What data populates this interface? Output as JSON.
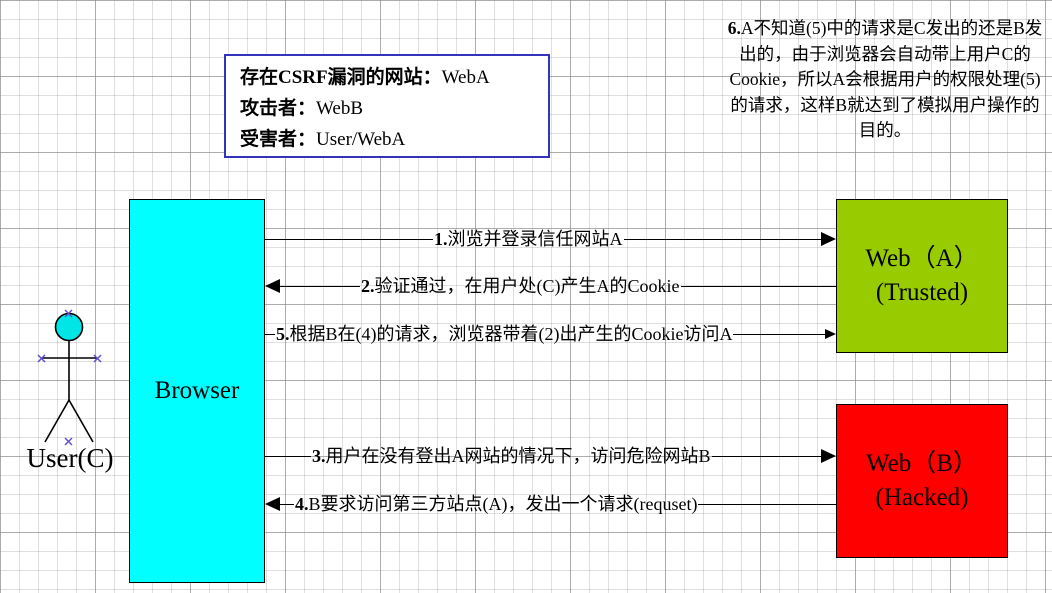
{
  "legend": {
    "lines": [
      {
        "bold_part": "存在CSRF漏洞的网站：",
        "light_part": "WebA"
      },
      {
        "bold_part": "攻击者：",
        "light_part": "WebB"
      },
      {
        "bold_part": "受害者：",
        "light_part": "User/WebA"
      }
    ]
  },
  "note": {
    "step": "6.",
    "text": "A不知道(5)中的请求是C发出的还是B发出的，由于浏览器会自动带上用户C的Cookie，所以A会根据用户的权限处理(5)的请求，这样B就达到了模拟用户操作的目的。"
  },
  "actors": {
    "user_label": "User(C)",
    "browser_label": "Browser",
    "web_a": {
      "title": "Web（A）",
      "subtitle": "(Trusted)",
      "color": "#99cc00"
    },
    "web_b": {
      "title": "Web（B）",
      "subtitle": "(Hacked)",
      "color": "#ff0000"
    },
    "browser_color": "#00ffff",
    "user_head_color": "#00e5e5"
  },
  "flows": [
    {
      "num": "1.",
      "text": "浏览并登录信任网站A",
      "direction": "right",
      "target": "web-a"
    },
    {
      "num": "2.",
      "text": "验证通过，在用户处(C)产生A的Cookie",
      "direction": "left",
      "target": "browser"
    },
    {
      "num": "5.",
      "text": "根据B在(4)的请求，浏览器带着(2)出产生的Cookie访问A",
      "direction": "right",
      "target": "web-a"
    },
    {
      "num": "3.",
      "text": "用户在没有登出A网站的情况下，访问危险网站B",
      "direction": "right",
      "target": "web-b"
    },
    {
      "num": "4.",
      "text": "B要求访问第三方站点(A)，发出一个请求(requset)",
      "direction": "left",
      "target": "browser"
    }
  ]
}
